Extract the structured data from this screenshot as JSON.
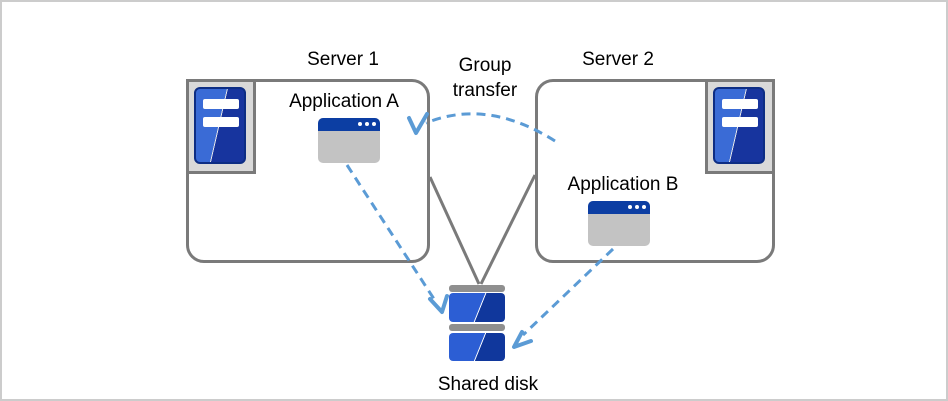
{
  "diagram": {
    "server1": {
      "title": "Server 1",
      "app_label": "Application A"
    },
    "server2": {
      "title": "Server 2",
      "app_label": "Application B"
    },
    "transfer": {
      "line1": "Group",
      "line2": "transfer"
    },
    "disk": {
      "label": "Shared disk"
    }
  },
  "icons": {
    "server1": "server-icon",
    "server2": "server-icon",
    "app_a": "app-window-icon",
    "app_b": "app-window-icon",
    "shared_disk": "disk-stack-icon"
  },
  "colors": {
    "box_border_gray": "#7a7a7a",
    "panel_gray": "#d9d9d9",
    "window_gray": "#c3c3c3",
    "title_bar_blue": "#0c3ea3",
    "tower_blue_light": "#3a6bd6",
    "tower_blue_dark": "#17349e",
    "disk_blue_light": "#2c5ed4",
    "disk_blue_dark": "#10379c",
    "disk_cap_gray": "#8f8f8f",
    "arrow_blue": "#5b9bd5",
    "text_black": "#000000",
    "canvas_border": "#cccccc"
  }
}
